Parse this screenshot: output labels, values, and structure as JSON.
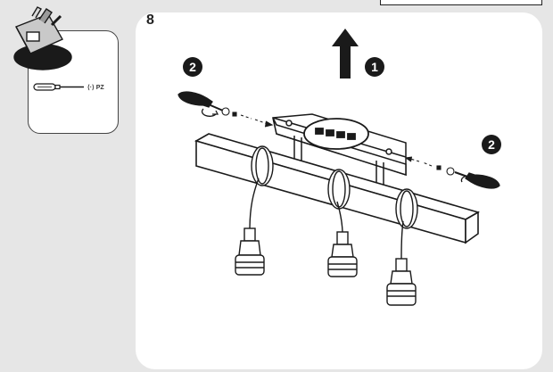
{
  "step_number": "8",
  "tool_card": {
    "tool_label": "PZ",
    "icons": [
      "toolbox-icon",
      "screwdriver-icon"
    ]
  },
  "callouts": {
    "lift_number": "1",
    "screw_left_number": "2",
    "screw_right_number": "2"
  },
  "colors": {
    "background": "#e6e6e6",
    "panel": "#ffffff",
    "line": "#1a1a1a",
    "callout_fill": "#1a1a1a"
  }
}
